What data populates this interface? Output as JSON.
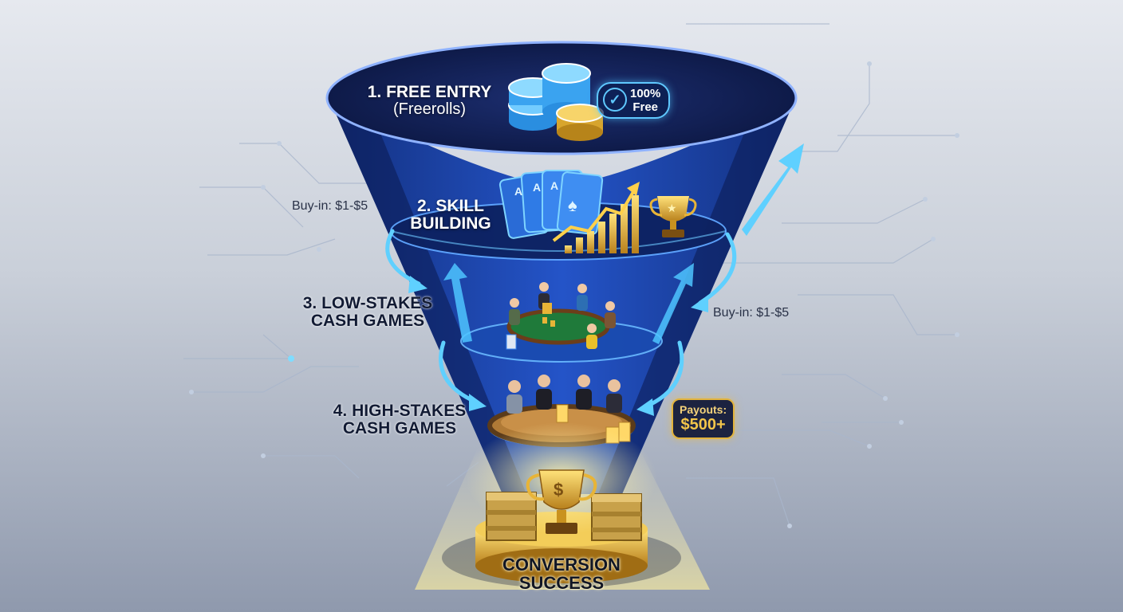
{
  "stages": [
    {
      "number": "1.",
      "title": "FREE ENTRY",
      "subtitle": "(Freerolls)"
    },
    {
      "number": "2.",
      "title_line1": "SKILL",
      "title_line2": "BUILDING"
    },
    {
      "number": "3.",
      "title_line1": "LOW-STAKES",
      "title_line2": "CASH GAMES"
    },
    {
      "number": "4.",
      "title_line1": "HIGH-STAKES",
      "title_line2": "CASH GAMES"
    }
  ],
  "free_badge": {
    "line1": "100%",
    "line2": "Free"
  },
  "buyin_left": "Buy-in: $1-$5",
  "buyin_right": "Buy-in: $1-$5",
  "payouts": {
    "line1": "Payouts:",
    "line2": "$500+"
  },
  "final": {
    "line1": "CONVERSION",
    "line2": "SUCCESS"
  },
  "colors": {
    "funnel_dark": "#0f1f5c",
    "funnel_mid": "#1d46b4",
    "accent_cyan": "#4fc6ff",
    "gold": "#e8b437",
    "felt_green": "#1f7a3a"
  },
  "icons": [
    "poker-chips-icon",
    "checkmark-icon",
    "playing-cards-icon",
    "growth-chart-icon",
    "trophy-icon",
    "poker-table-icon",
    "players-icon",
    "money-stack-icon",
    "cycle-arrow-icon"
  ]
}
